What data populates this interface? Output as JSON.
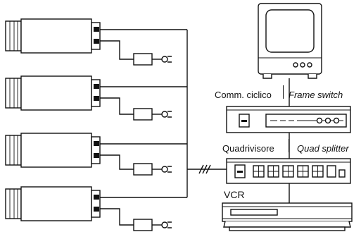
{
  "labels": {
    "frame_switch_it": "Comm. ciclico",
    "frame_switch_en": "Frame switch",
    "quad_it": "Quadrivisore",
    "quad_en": "Quad splitter",
    "vcr": "VCR"
  },
  "cameras": [
    "camera-1",
    "camera-2",
    "camera-3",
    "camera-4"
  ]
}
